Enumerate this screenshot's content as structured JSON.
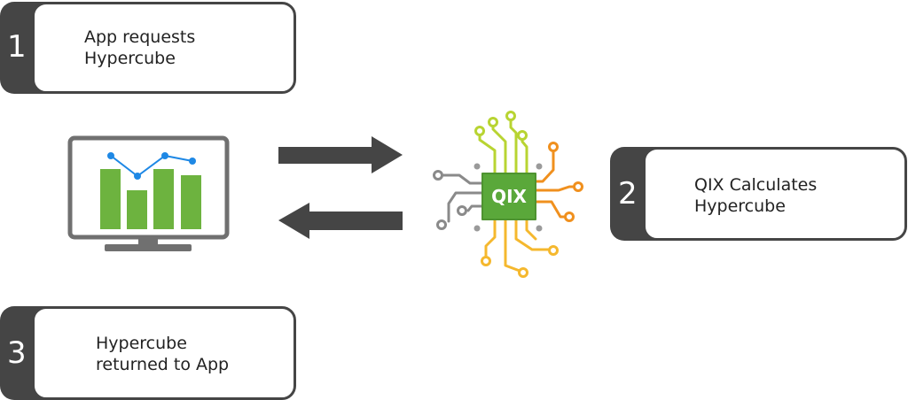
{
  "steps": [
    {
      "number": "1",
      "lines": [
        "App requests",
        "Hypercube"
      ]
    },
    {
      "number": "2",
      "lines": [
        "QIX Calculates",
        "Hypercube"
      ]
    },
    {
      "number": "3",
      "lines": [
        "Hypercube",
        "returned to App"
      ]
    }
  ],
  "chip": {
    "label": "QIX"
  },
  "colors": {
    "dark": "#454545",
    "bar_green": "#6db33f",
    "line_blue": "#1e88e5",
    "monitor_gray": "#707070",
    "chip_green": "#5aa83a",
    "trace_lime": "#b8d432",
    "trace_orange": "#f0901e",
    "trace_yellow": "#f5b82e",
    "trace_gray": "#8a8a8a"
  },
  "icons": {
    "monitor": "monitor-dashboard-icon",
    "chip": "circuit-chip-icon",
    "arrow_right": "arrow-right-icon",
    "arrow_left": "arrow-left-icon"
  }
}
